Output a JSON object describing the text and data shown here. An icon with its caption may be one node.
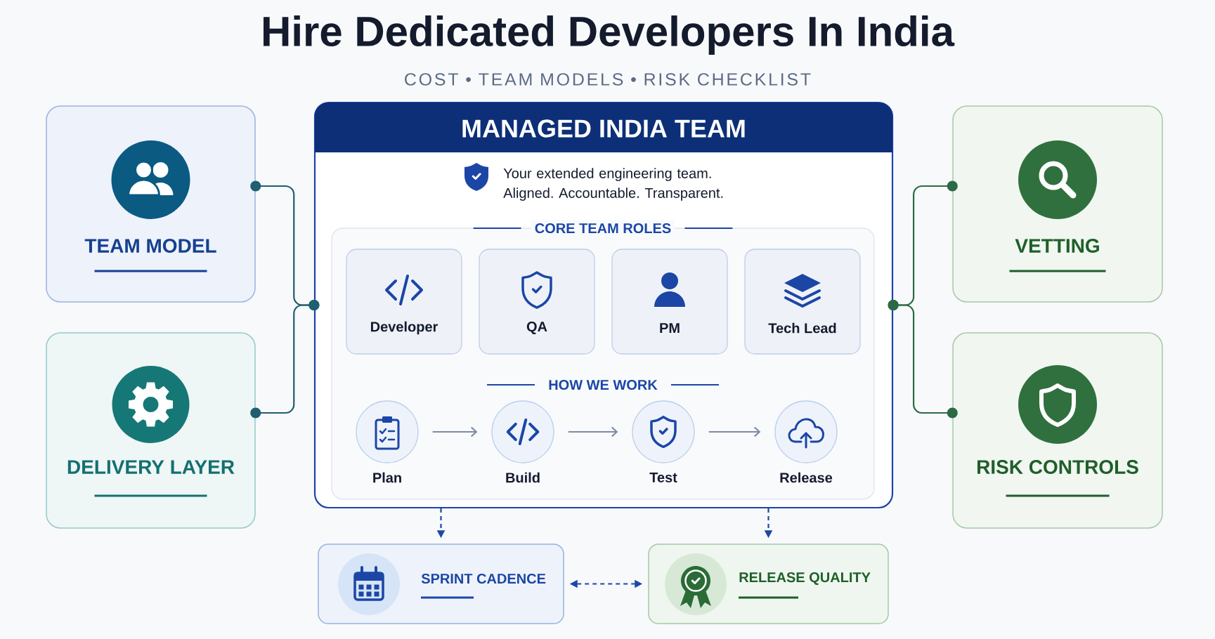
{
  "diagram": {
    "title": "Hire Dedicated Developers In India",
    "nodes": [
      {
        "text": [
          "TEAM MODEL"
        ]
      },
      {
        "text": [
          "DELIVERY LAYER"
        ]
      },
      {
        "text": [
          "MANAGED INDIA TEAM",
          "Your extended engineering team. Aligned. Accountable. Transparent."
        ]
      },
      {
        "text": [
          "CORE TEAM ROLES",
          "HOW WE WORK"
        ],
        "in": 2
      },
      {
        "text": [
          "Developer"
        ],
        "in": 3
      },
      {
        "text": [
          "QA"
        ],
        "in": 3
      },
      {
        "text": [
          "PM"
        ],
        "in": 3
      },
      {
        "text": [
          "Tech Lead"
        ],
        "in": 3
      },
      {
        "text": [
          "Plan"
        ],
        "in": 3
      },
      {
        "text": [
          "Build"
        ],
        "in": 3
      },
      {
        "text": [
          "Test"
        ],
        "in": 3
      },
      {
        "text": [
          "Release"
        ],
        "in": 3
      },
      {
        "text": [
          "VETTING"
        ]
      },
      {
        "text": [
          "RISK CONTROLS"
        ]
      },
      {
        "text": [
          "SPRINT CADENCE"
        ]
      },
      {
        "text": [
          "RELEASE QUALITY"
        ]
      }
    ],
    "edges": [
      {
        "from": 0,
        "to": 2,
        "arrow": "other",
        "color": "#1f5f70"
      },
      {
        "from": 1,
        "to": 2,
        "arrow": "other",
        "color": "#1f5f70"
      },
      {
        "from": 2,
        "to": 12,
        "arrow": "other",
        "color": "#2b6a45"
      },
      {
        "from": 2,
        "to": 13,
        "arrow": "other",
        "color": "#2b6a45"
      },
      {
        "from": 8,
        "to": 9,
        "arrow": "to",
        "color": "#7d8ba6"
      },
      {
        "from": 9,
        "to": 10,
        "arrow": "to",
        "color": "#7d8ba6"
      },
      {
        "from": 10,
        "to": 11,
        "arrow": "to",
        "color": "#7d8ba6"
      },
      {
        "from": 2,
        "to": 14,
        "arrow": "to",
        "style": "dashed",
        "color": "#1c49a8"
      },
      {
        "from": 2,
        "to": 15,
        "arrow": "to",
        "style": "dashed",
        "color": "#1c49a8"
      },
      {
        "from": 14,
        "to": 15,
        "arrow": "both",
        "style": "dashed",
        "color": "#1c49a8"
      }
    ],
    "labels": [
      "COST • TEAM MODELS • RISK CHECKLIST"
    ]
  }
}
